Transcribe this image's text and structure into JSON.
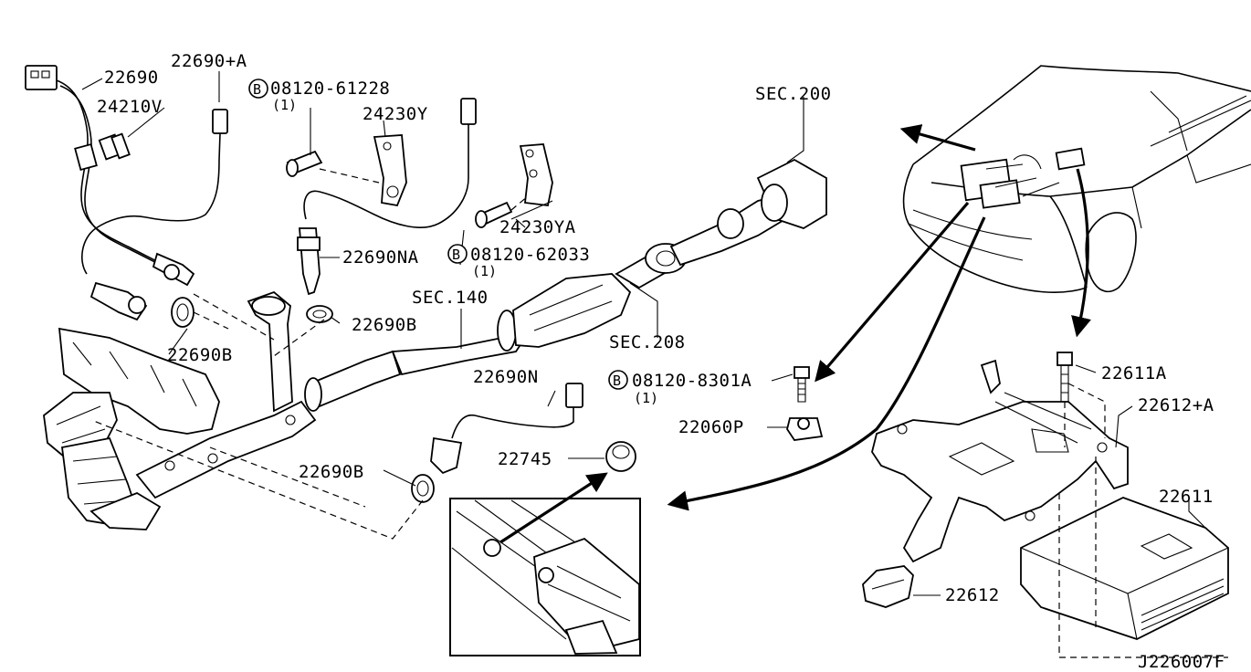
{
  "labels": {
    "l22690": "22690",
    "l22690A": "22690+A",
    "l24210V": "24210V",
    "l08120_61228": "08120-61228",
    "l24230Y": "24230Y",
    "l24230YA": "24230YA",
    "l22690NA": "22690NA",
    "l08120_62033": "08120-62033",
    "l22690B_top": "22690B",
    "l22690B_left": "22690B",
    "l22690B_low": "22690B",
    "lSEC140": "SEC.140",
    "lSEC200": "SEC.200",
    "lSEC208": "SEC.208",
    "l22690N": "22690N",
    "l08120_8301A": "08120-8301A",
    "l22060P": "22060P",
    "l22745": "22745",
    "l22611A": "22611A",
    "l22612A": "22612+A",
    "l22611": "22611",
    "l22612": "22612",
    "qty1a": "(1)",
    "qty1b": "(1)",
    "qty1c": "(1)",
    "boltB1": "B",
    "boltB2": "B",
    "boltB3": "B",
    "figure_code": "J226007F"
  }
}
